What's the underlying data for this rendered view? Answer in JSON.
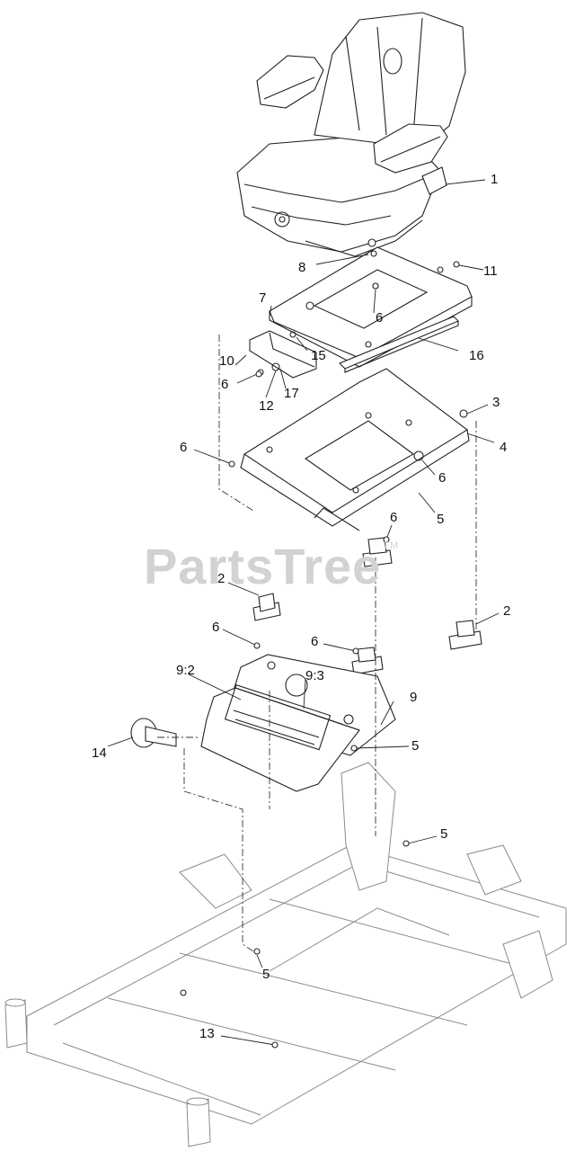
{
  "watermark": {
    "text": "PartsTree",
    "mark": "TM"
  },
  "callouts": [
    {
      "id": "c1",
      "text": "1"
    },
    {
      "id": "c8",
      "text": "8"
    },
    {
      "id": "c11",
      "text": "11"
    },
    {
      "id": "c7",
      "text": "7"
    },
    {
      "id": "c6a",
      "text": "6"
    },
    {
      "id": "c10",
      "text": "10"
    },
    {
      "id": "c15",
      "text": "15"
    },
    {
      "id": "c16",
      "text": "16"
    },
    {
      "id": "c6b",
      "text": "6"
    },
    {
      "id": "c12",
      "text": "12"
    },
    {
      "id": "c17",
      "text": "17"
    },
    {
      "id": "c3",
      "text": "3"
    },
    {
      "id": "c4",
      "text": "4"
    },
    {
      "id": "c6c",
      "text": "6"
    },
    {
      "id": "c6d",
      "text": "6"
    },
    {
      "id": "c5a",
      "text": "5"
    },
    {
      "id": "c6e",
      "text": "6"
    },
    {
      "id": "c2a",
      "text": "2"
    },
    {
      "id": "c2b",
      "text": "2"
    },
    {
      "id": "c6f",
      "text": "6"
    },
    {
      "id": "c6g",
      "text": "6"
    },
    {
      "id": "c92",
      "text": "9:2"
    },
    {
      "id": "c93",
      "text": "9:3"
    },
    {
      "id": "c9",
      "text": "9"
    },
    {
      "id": "c14",
      "text": "14"
    },
    {
      "id": "c5b",
      "text": "5"
    },
    {
      "id": "c5c",
      "text": "5"
    },
    {
      "id": "c5d",
      "text": "5"
    },
    {
      "id": "c13",
      "text": "13"
    }
  ]
}
